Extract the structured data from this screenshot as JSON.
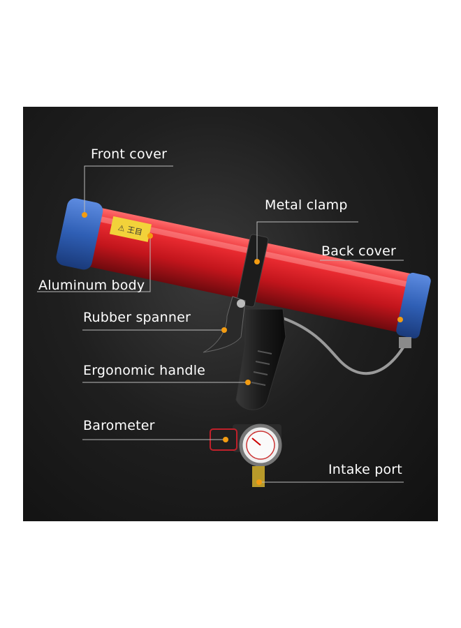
{
  "colors": {
    "background": "#1a1a1a",
    "accent": "#f39c12",
    "tube_red": "#e0222a",
    "cover_blue": "#2f5fb5"
  },
  "labels": {
    "front_cover": "Front cover",
    "metal_clamp": "Metal clamp",
    "back_cover": "Back cover",
    "aluminum_body": "Aluminum body",
    "rubber_spanner": "Rubber spanner",
    "ergonomic_handle": "Ergonomic handle",
    "barometer": "Barometer",
    "intake_port": "Intake port"
  }
}
